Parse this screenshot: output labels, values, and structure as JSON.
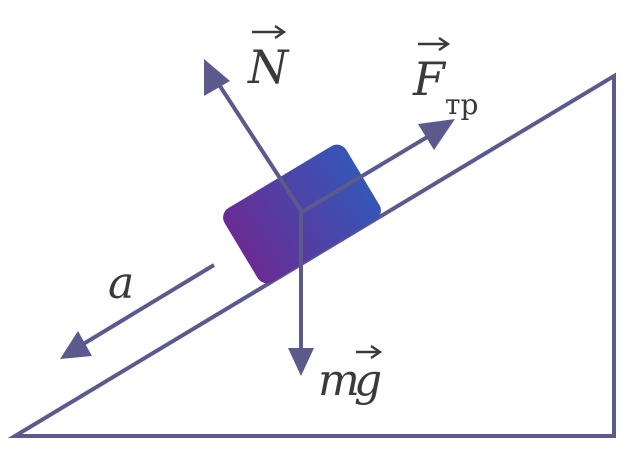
{
  "colors": {
    "line": "#5c5a8c",
    "block_start": "#6a2c93",
    "block_end": "#3556b8",
    "text": "#3a3a3a"
  },
  "labels": {
    "normal_force": "N",
    "friction_force": "F",
    "friction_subscript": "тр",
    "acceleration": "a",
    "gravity_m": "m",
    "gravity_g": "g"
  }
}
